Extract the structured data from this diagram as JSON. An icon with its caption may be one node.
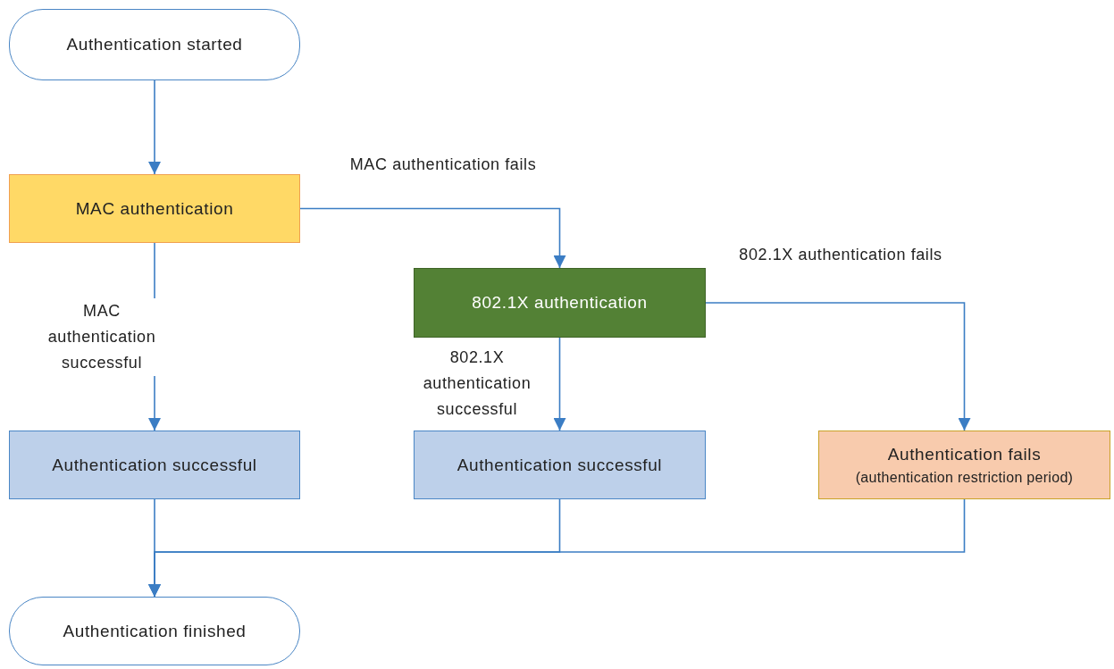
{
  "diagram": {
    "nodes": [
      {
        "text": [
          "Authentication started"
        ]
      },
      {
        "text": [
          "MAC authentication"
        ]
      },
      {
        "text": [
          "802.1X authentication"
        ]
      },
      {
        "text": [
          "Authentication successful"
        ]
      },
      {
        "text": [
          "Authentication successful"
        ]
      },
      {
        "text": [
          "Authentication fails",
          "(authentication restriction period)"
        ]
      },
      {
        "text": [
          "Authentication finished"
        ]
      }
    ],
    "edges": [
      {
        "from": 0,
        "to": 1,
        "arrow": "to"
      },
      {
        "from": 1,
        "to": 2,
        "arrow": "to",
        "label": "MAC authentication fails"
      },
      {
        "from": 1,
        "to": 3,
        "arrow": "to",
        "label": "MAC authentication successful"
      },
      {
        "from": 2,
        "to": 4,
        "arrow": "to",
        "label": "802.1X authentication successful"
      },
      {
        "from": 2,
        "to": 5,
        "arrow": "to",
        "label": "802.1X authentication fails"
      },
      {
        "from": 3,
        "to": 6,
        "arrow": "to"
      },
      {
        "from": 4,
        "to": 6,
        "arrow": "to"
      },
      {
        "from": 5,
        "to": 6,
        "arrow": "to"
      }
    ]
  }
}
